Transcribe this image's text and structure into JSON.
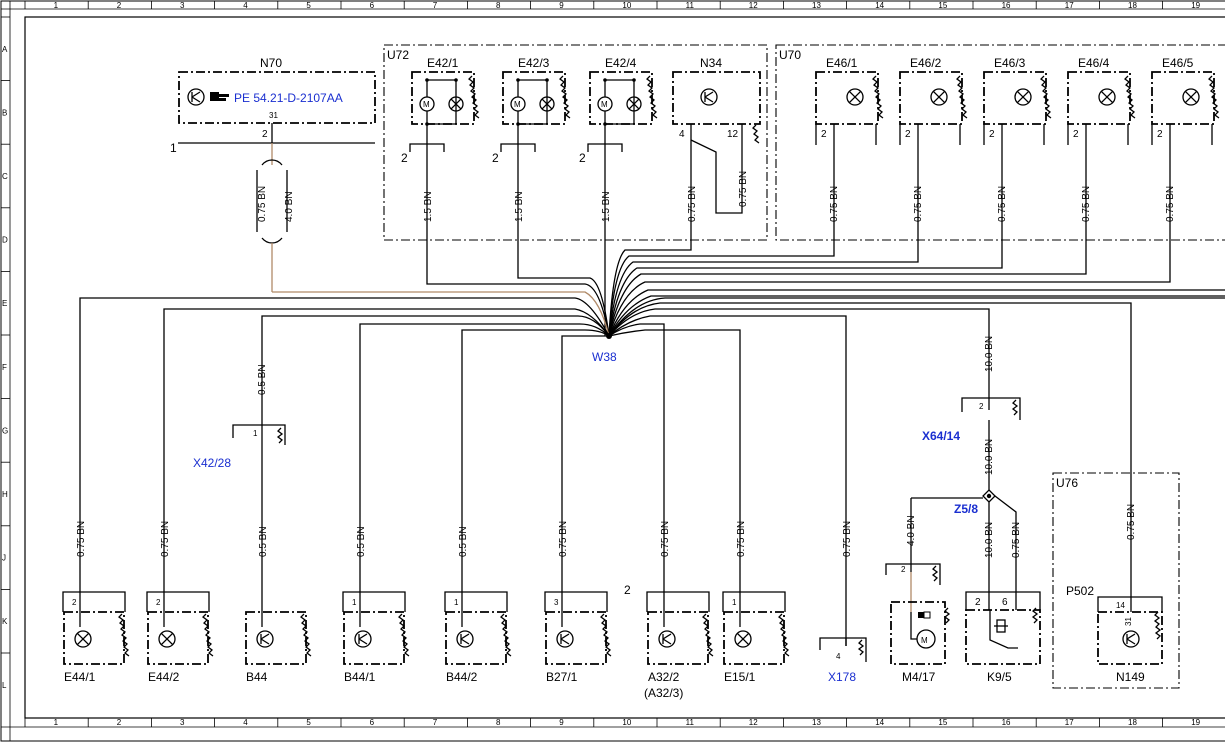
{
  "grid": {
    "columns": [
      "1",
      "2",
      "3",
      "4",
      "5",
      "6",
      "7",
      "8",
      "9",
      "10",
      "11",
      "12",
      "13",
      "14",
      "15",
      "16",
      "17",
      "18",
      "19"
    ],
    "rows": [
      "A",
      "B",
      "C",
      "D",
      "E",
      "F",
      "G",
      "H",
      "J",
      "K",
      "L"
    ]
  },
  "groups": {
    "u72": "U72",
    "u70": "U70",
    "u76": "U76"
  },
  "n70": {
    "label": "N70",
    "ref": "PE 54.21-D-2107AA",
    "pin": "2",
    "pin_small": "31",
    "line_ref": "1",
    "wire_a": "0.75 BN",
    "wire_b": "4.0 BN"
  },
  "top_components": [
    {
      "label": "E42/1",
      "pin": "2",
      "wire": "1.5 BN"
    },
    {
      "label": "E42/3",
      "pin": "2",
      "wire": "1.5 BN"
    },
    {
      "label": "E42/4",
      "pin": "2",
      "wire": "1.5 BN"
    },
    {
      "label": "N34",
      "pin_a": "4",
      "pin_b": "12",
      "wire_a": "0.75 BN",
      "wire_b": "0.75 BN"
    },
    {
      "label": "E46/1",
      "pin": "2",
      "wire": "0.75 BN"
    },
    {
      "label": "E46/2",
      "pin": "2",
      "wire": "0.75 BN"
    },
    {
      "label": "E46/3",
      "pin": "2",
      "wire": "0.75 BN"
    },
    {
      "label": "E46/4",
      "pin": "2",
      "wire": "0.75 BN"
    },
    {
      "label": "E46/5",
      "pin": "2",
      "wire": "0.75 BN"
    }
  ],
  "splice": {
    "label": "W38"
  },
  "connectors": {
    "x42": {
      "label": "X42/28",
      "pin": "1",
      "wire_upper": "0.5 BN"
    },
    "x64": {
      "label": "X64/14",
      "pin": "2",
      "wire_upper": "10.0 BN",
      "wire_lower": "10.0 BN"
    },
    "z58": {
      "label": "Z5/8"
    },
    "x178": {
      "label": "X178",
      "pin": "4"
    }
  },
  "bottom_components": [
    {
      "label": "E44/1",
      "label2": "",
      "pin": "2",
      "wire": "0.75 BN"
    },
    {
      "label": "E44/2",
      "label2": "",
      "pin": "2",
      "wire": "0.75 BN"
    },
    {
      "label": "B44",
      "label2": "",
      "pin": "",
      "wire": "0.5 BN"
    },
    {
      "label": "B44/1",
      "label2": "",
      "pin": "1",
      "wire": "0.5 BN"
    },
    {
      "label": "B44/2",
      "label2": "",
      "pin": "1",
      "wire": "0.5 BN"
    },
    {
      "label": "B27/1",
      "label2": "",
      "pin": "3",
      "wire": "0.75 BN"
    },
    {
      "label": "A32/2",
      "label2": "(A32/3)",
      "pin": "2",
      "wire": "0.75 BN"
    },
    {
      "label": "E15/1",
      "label2": "",
      "pin": "1",
      "wire": "0.75 BN"
    },
    {
      "label": "X178",
      "label2": "",
      "pin": "4",
      "wire": "0.75 BN"
    }
  ],
  "m417": {
    "label": "M4/17",
    "pin": "2",
    "wire": "4.0 BN"
  },
  "k95": {
    "label": "K9/5",
    "pin_a": "2",
    "pin_b": "6",
    "wire_a": "10.0 BN",
    "wire_b": "0.75 BN"
  },
  "n149": {
    "label": "N149",
    "group_label": "P502",
    "pin": "14",
    "pin_small": "31",
    "wire": "0.75 BN"
  }
}
